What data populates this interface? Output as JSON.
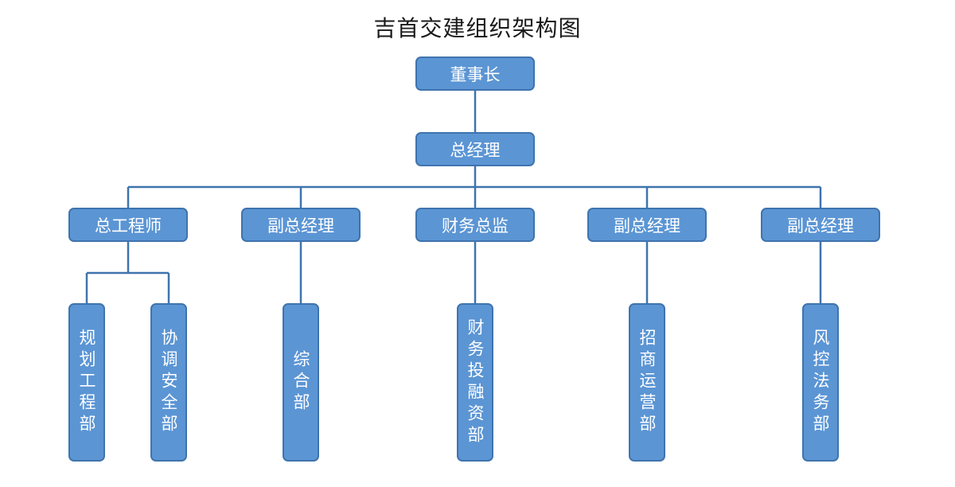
{
  "title": "吉首交建组织架构图",
  "colors": {
    "box_fill": "#5b95d4",
    "box_border": "#3f74ad",
    "line": "#3f74ad",
    "text": "#ffffff"
  },
  "nodes": {
    "chairman": "董事长",
    "general_manager": "总经理",
    "chief_engineer": "总工程师",
    "deputy_gm_1": "副总经理",
    "finance_director": "财务总监",
    "deputy_gm_2": "副总经理",
    "deputy_gm_3": "副总经理",
    "planning_dept": "规划工程部",
    "safety_dept": "协调安全部",
    "general_dept": "综合部",
    "finance_dept": "财务投融资部",
    "operations_dept": "招商运营部",
    "risk_dept": "风控法务部"
  }
}
